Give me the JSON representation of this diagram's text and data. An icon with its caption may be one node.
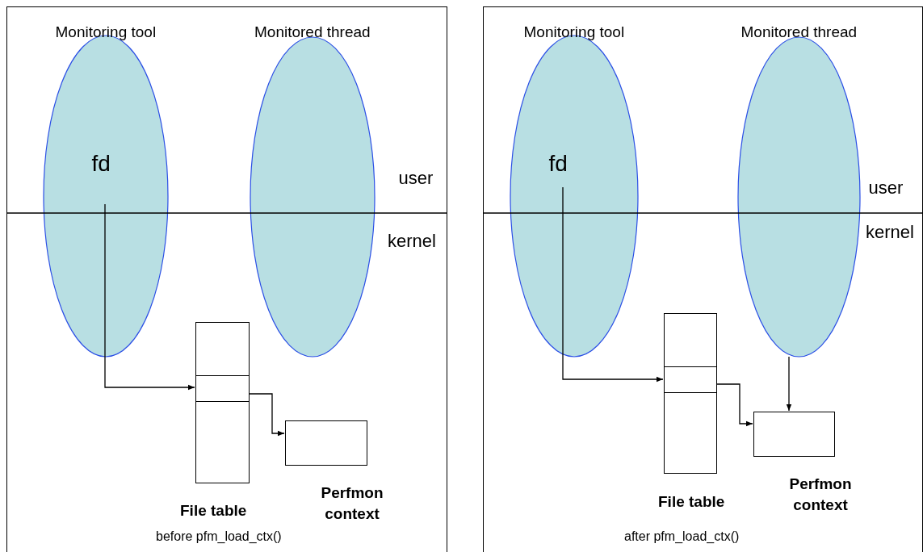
{
  "diagram": {
    "nodes": [
      {
        "text": [
          "before pfm_load_ctx()"
        ]
      },
      {
        "text": [
          "Monitoring tool",
          "fd"
        ],
        "in": 0
      },
      {
        "text": [
          "Monitored thread"
        ],
        "in": 0
      },
      {
        "text": [
          "File table"
        ],
        "in": 0
      },
      {
        "text": [],
        "shape": "box",
        "in": 3
      },
      {
        "text": [
          "Perfmon context"
        ],
        "in": 0
      },
      {
        "text": [
          "after pfm_load_ctx()"
        ]
      },
      {
        "text": [
          "Monitoring tool",
          "fd"
        ],
        "in": 6
      },
      {
        "text": [
          "Monitored thread"
        ],
        "in": 6
      },
      {
        "text": [
          "File table"
        ],
        "in": 6
      },
      {
        "text": [],
        "shape": "box",
        "in": 9
      },
      {
        "text": [
          "Perfmon context"
        ],
        "in": 6
      }
    ],
    "edges": [
      {
        "from": 1,
        "to": 4,
        "arrow": "to"
      },
      {
        "from": 4,
        "to": 5,
        "arrow": "to"
      },
      {
        "from": 7,
        "to": 10,
        "arrow": "to"
      },
      {
        "from": 10,
        "to": 11,
        "arrow": "to"
      },
      {
        "from": 8,
        "to": 11,
        "arrow": "to"
      }
    ],
    "labels": [
      "user",
      "kernel",
      "user",
      "kernel"
    ]
  }
}
